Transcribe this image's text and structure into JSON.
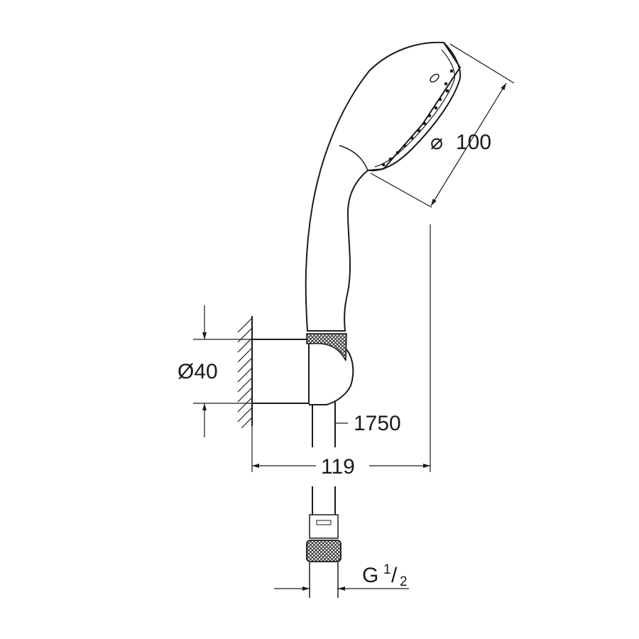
{
  "dimensions": {
    "head_diameter": {
      "symbol": "⌀",
      "value": "100"
    },
    "holder_diameter": {
      "label": "Ø40"
    },
    "hose_length": {
      "value": "1750"
    },
    "projection": {
      "value": "119"
    },
    "thread": {
      "prefix": "G",
      "numerator": "1",
      "slash": "/",
      "denominator": "2"
    }
  },
  "colors": {
    "line": "#1a1a1a",
    "background": "#ffffff",
    "knurl": "#333333"
  }
}
